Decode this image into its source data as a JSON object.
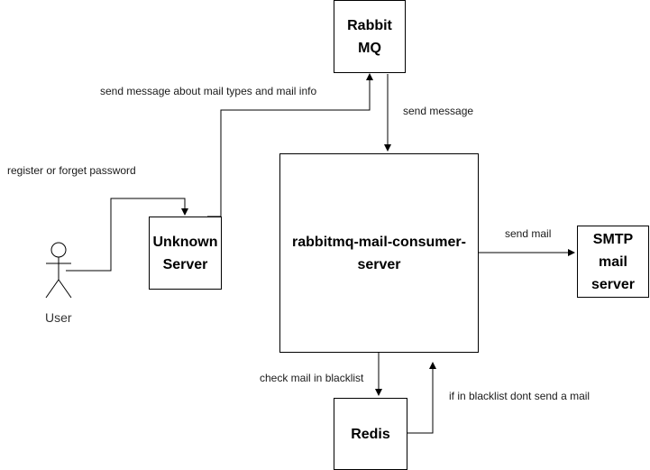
{
  "nodes": {
    "rabbitmq": "Rabbit\nMQ",
    "unknown_server": "Unknown\nServer",
    "consumer": "rabbitmq-mail-consumer-\nserver",
    "smtp": "SMTP\nmail\nserver",
    "redis": "Redis"
  },
  "actor": {
    "label": "User",
    "icon": "stick-figure-user-icon"
  },
  "edges": {
    "user_to_unknown": "register or forget password",
    "unknown_to_rabbitmq": "send message about mail types and mail info",
    "rabbitmq_to_consumer": "send message",
    "consumer_to_smtp": "send mail",
    "consumer_to_redis": "check mail in blacklist",
    "redis_to_consumer": "if in blacklist dont send a mail"
  },
  "colors": {
    "stroke": "#000000",
    "text": "#1a1a1a"
  }
}
